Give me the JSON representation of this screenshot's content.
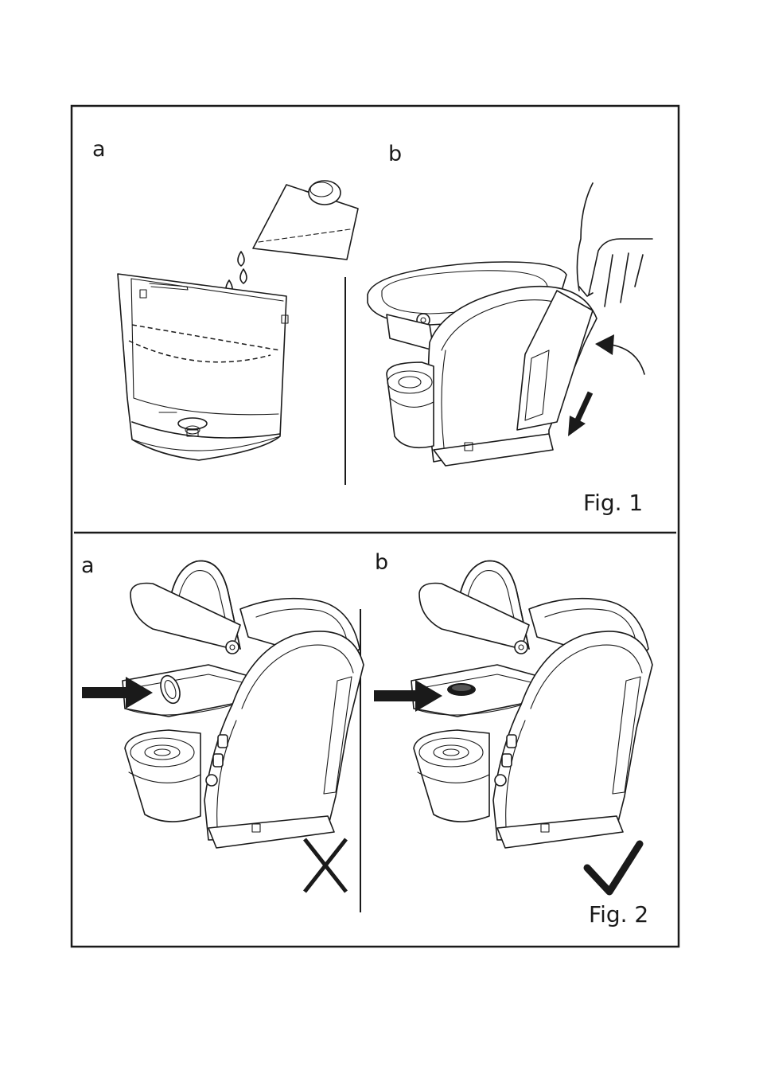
{
  "figure1": {
    "caption": "Fig. 1",
    "panels": [
      {
        "letter": "a",
        "icon": "water-tank-filling-icon"
      },
      {
        "letter": "b",
        "icon": "tank-insertion-icon"
      }
    ]
  },
  "figure2": {
    "caption": "Fig. 2",
    "panels": [
      {
        "letter": "a",
        "icon": "capsule-wrong-position-icon",
        "mark": "cross-icon"
      },
      {
        "letter": "b",
        "icon": "capsule-correct-position-icon",
        "mark": "check-icon"
      }
    ]
  }
}
